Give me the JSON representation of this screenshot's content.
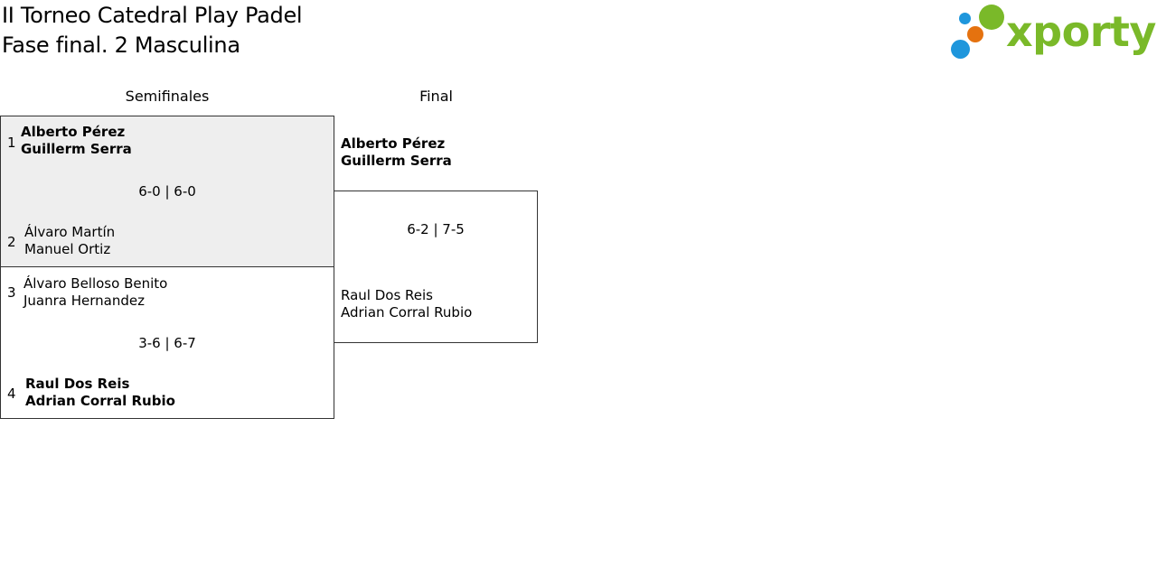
{
  "header": {
    "title_line1": "II Torneo Catedral Play Padel",
    "title_line2": "Fase final. 2 Masculina"
  },
  "logo": {
    "text": "xporty",
    "colors": {
      "green": "#7ab929",
      "blue": "#1e96dc",
      "orange": "#e5720f"
    }
  },
  "rounds": [
    {
      "label": "Semifinales"
    },
    {
      "label": "Final"
    }
  ],
  "semifinals": [
    {
      "top": {
        "seed": "1",
        "players": [
          "Alberto Pérez",
          "Guillerm Serra"
        ],
        "winner": true
      },
      "score": "6-0 | 6-0",
      "bottom": {
        "seed": "2",
        "players": [
          "Álvaro Martín",
          "Manuel Ortiz"
        ],
        "winner": false
      },
      "highlighted": true
    },
    {
      "top": {
        "seed": "3",
        "players": [
          "Álvaro Belloso Benito",
          "Juanra Hernandez"
        ],
        "winner": false
      },
      "score": "3-6 | 6-7",
      "bottom": {
        "seed": "4",
        "players": [
          "Raul Dos Reis",
          "Adrian Corral Rubio"
        ],
        "winner": true
      },
      "highlighted": false
    }
  ],
  "final": {
    "top": {
      "players": [
        "Alberto Pérez",
        "Guillerm Serra"
      ],
      "winner": true
    },
    "score": "6-2 | 7-5",
    "bottom": {
      "players": [
        "Raul Dos Reis",
        "Adrian Corral Rubio"
      ],
      "winner": false
    }
  },
  "colors": {
    "highlight_background": "#eeeeee",
    "border": "#333333"
  }
}
